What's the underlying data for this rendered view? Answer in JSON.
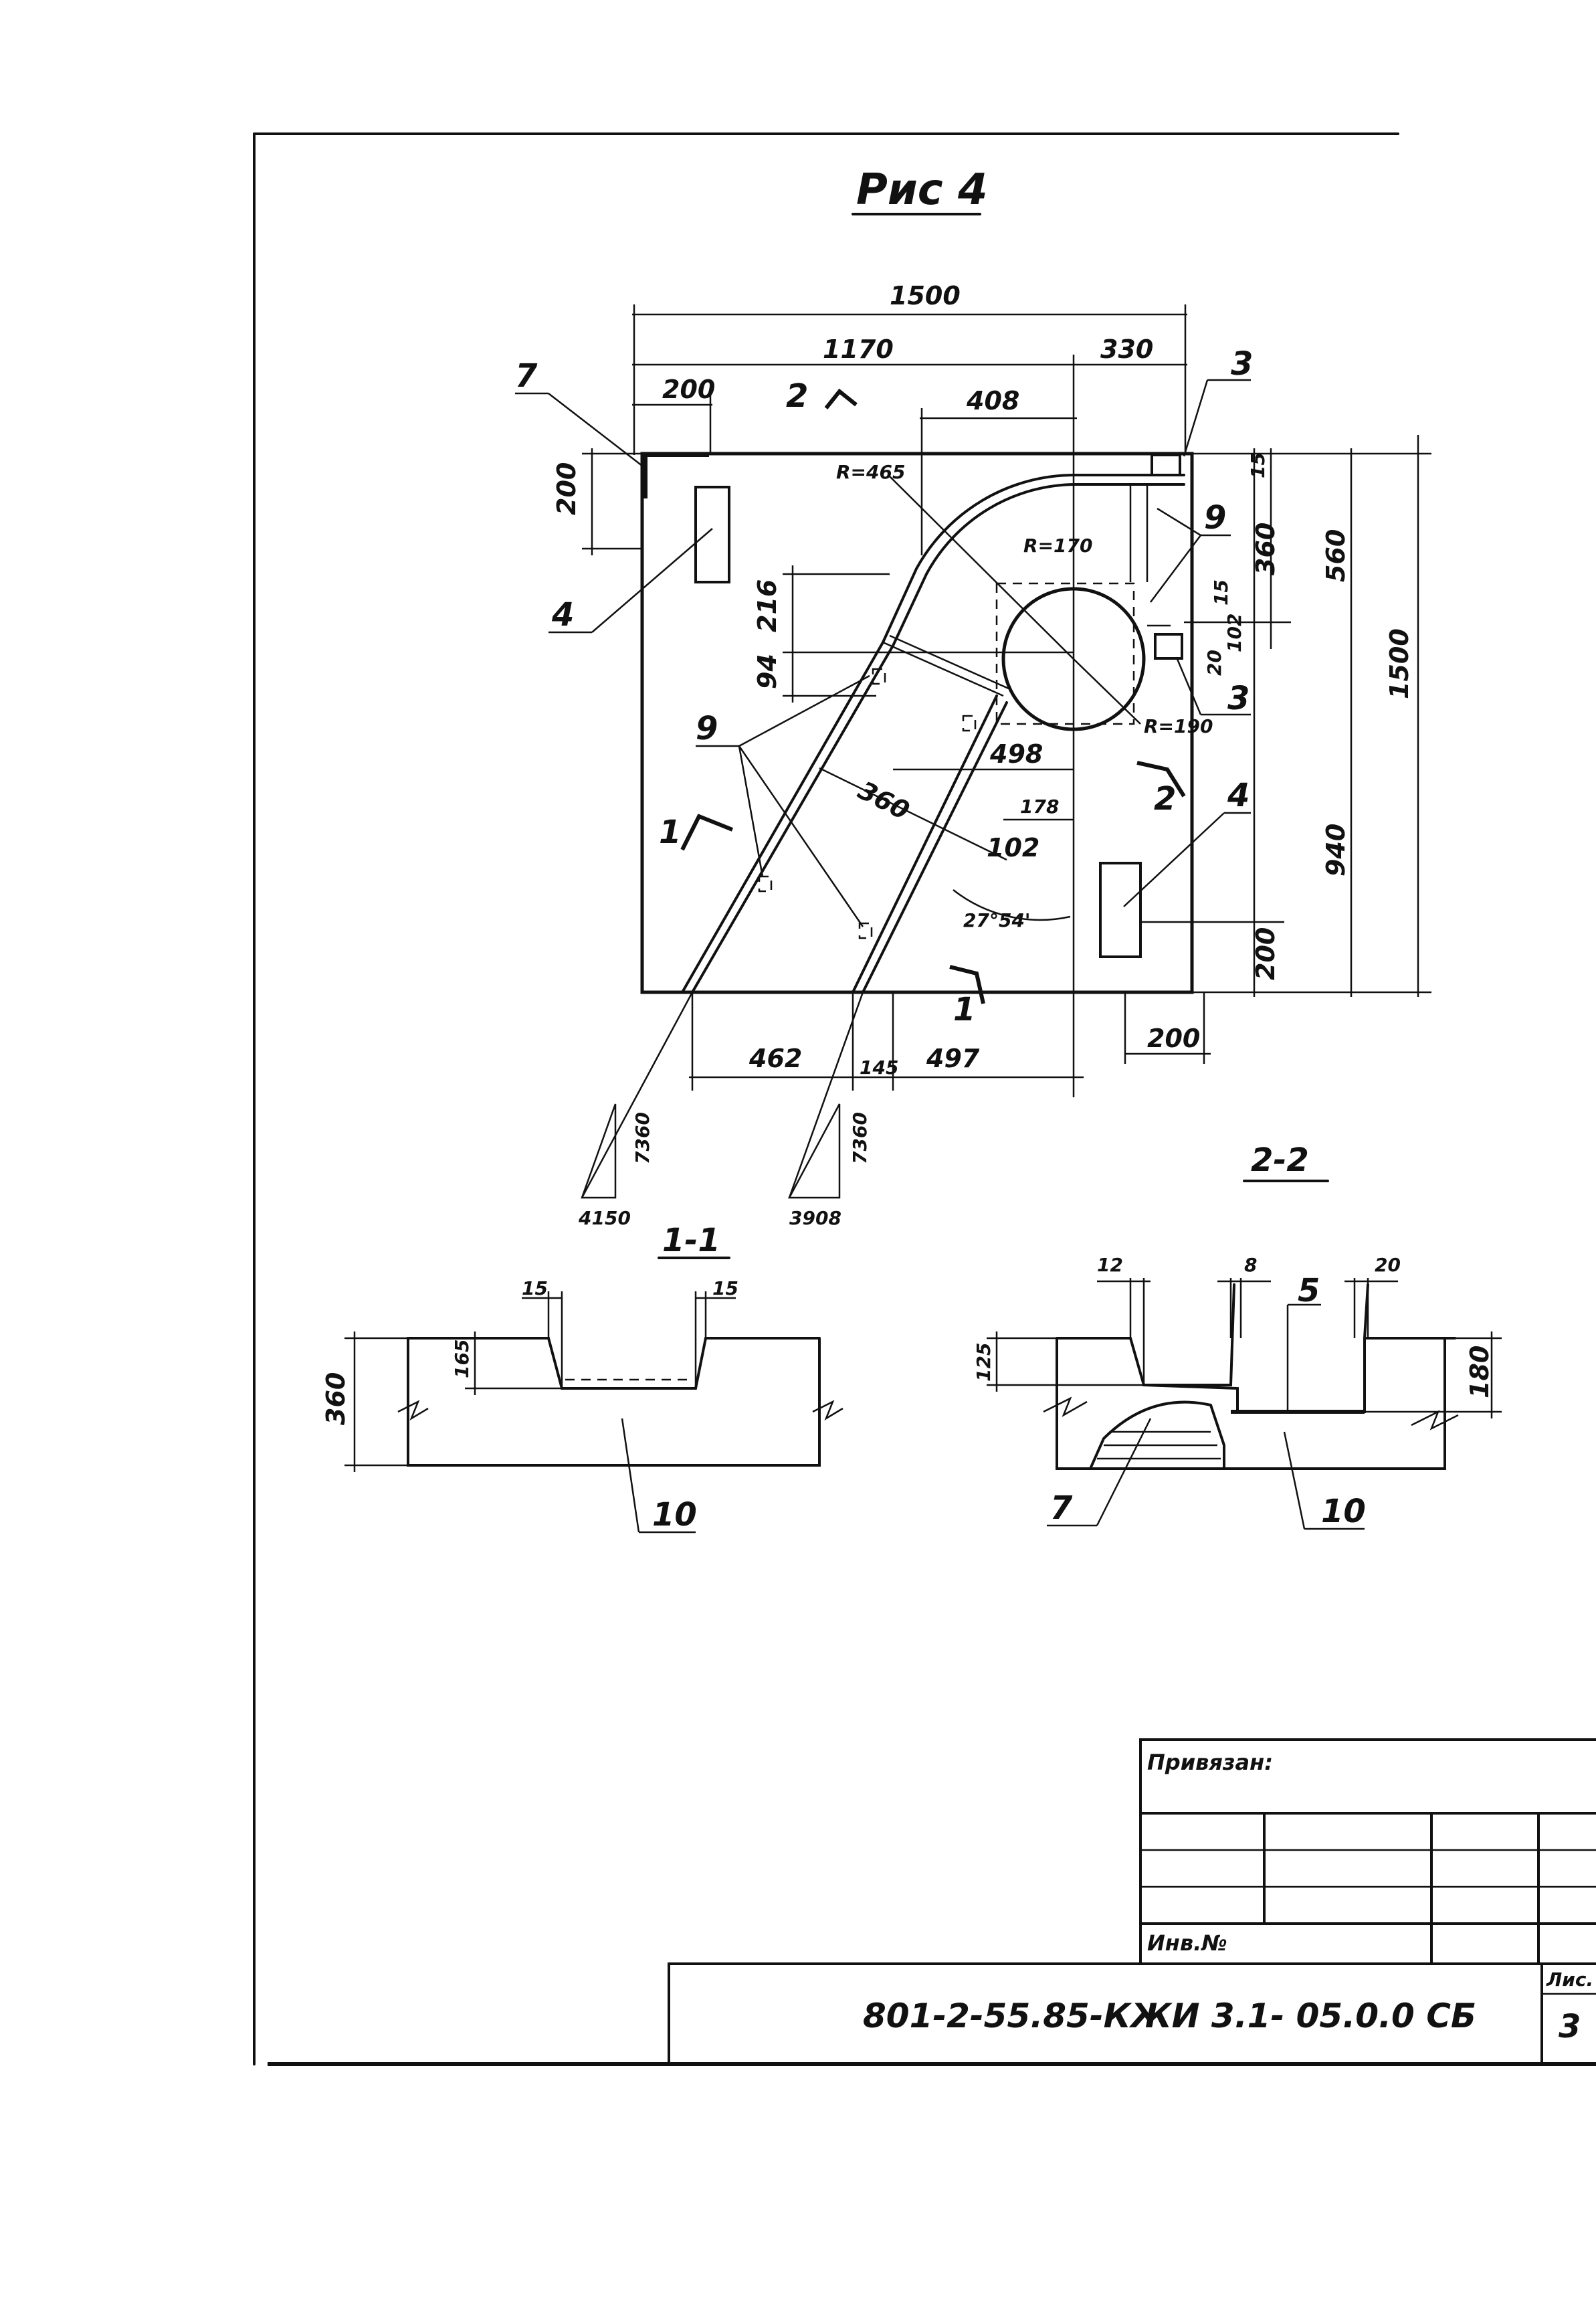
{
  "figure": {
    "title": "Рис 4"
  },
  "plan": {
    "dims": {
      "overall_width": "1500",
      "left_part": "1170",
      "right_part": "330",
      "top_left_offset": "200",
      "arc_offset": "408",
      "left_side_offset": "200",
      "radius_outer": "R=465",
      "radius_inner": "R=170",
      "radius_hole": "R=190",
      "dim_216": "216",
      "dim_94": "94",
      "dim_360_diag": "360",
      "dim_498": "498",
      "dim_178": "178",
      "dim_102": "102",
      "angle": "27°54'",
      "bottom_462": "462",
      "bottom_145": "145",
      "bottom_497": "497",
      "bottom_200": "200",
      "right_200": "200",
      "right_360": "360",
      "right_560": "560",
      "right_1500": "1500",
      "right_940": "940",
      "small_15": "15",
      "small_15b": "15",
      "small_102": "102",
      "small_20": "20",
      "slope1_rise": "7360",
      "slope1_run": "4150",
      "slope2_rise": "7360",
      "slope2_run": "3908"
    },
    "callouts": {
      "c7": "7",
      "c3_top": "3",
      "c4_left": "4",
      "c9_top": "9",
      "c3_mid": "3",
      "c9_left": "9",
      "c4_right": "4"
    },
    "section_marks": {
      "s2_top": "2",
      "s1_left": "1",
      "s2_right": "2",
      "s1_bottom": "1"
    }
  },
  "section_1_1": {
    "title": "1-1",
    "dims": {
      "d15_left": "15",
      "d15_right": "15",
      "d165": "165",
      "d360": "360"
    },
    "callout": "10"
  },
  "section_2_2": {
    "title": "2-2",
    "dims": {
      "d12": "12",
      "d8": "8",
      "d20": "20",
      "d125": "125",
      "d180": "180"
    },
    "callouts": {
      "c5": "5",
      "c7": "7",
      "c10": "10"
    }
  },
  "title_block": {
    "bound_label": "Привязан:",
    "inv_label": "Инв.№",
    "doc_code": "801-2-55.85-КЖИ 3.1- 05.0.0 СБ",
    "sheet_label": "Лис.",
    "sheet_number": "3"
  }
}
